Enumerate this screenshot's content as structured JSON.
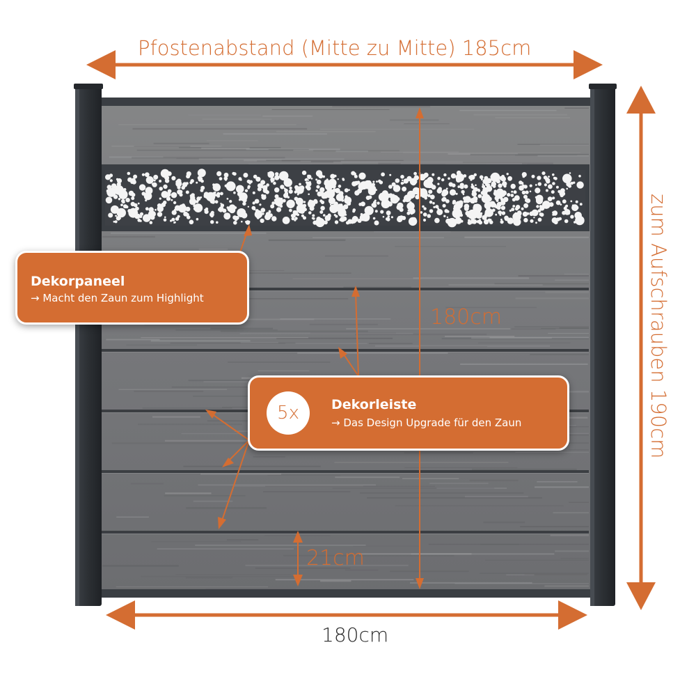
{
  "colors": {
    "accent": "#d46d32",
    "post": "#2f3338",
    "panel": "#7a7b7c",
    "panel_frame": "#3a3e43"
  },
  "dimensions": {
    "post_spacing": "Pfostenabstand (Mitte zu Mitte) 185cm",
    "bottom_width": "180cm",
    "inner_height": "180cm",
    "total_height": "zum Aufschrauben 190cm",
    "board_height": "21cm"
  },
  "callouts": {
    "decor_panel": {
      "title": "Dekorpaneel",
      "subtitle": "→ Macht den Zaun zum Highlight"
    },
    "decor_strip": {
      "badge": "5x",
      "title": "Dekorleiste",
      "subtitle": "→ Das Design Upgrade für den Zaun"
    }
  }
}
